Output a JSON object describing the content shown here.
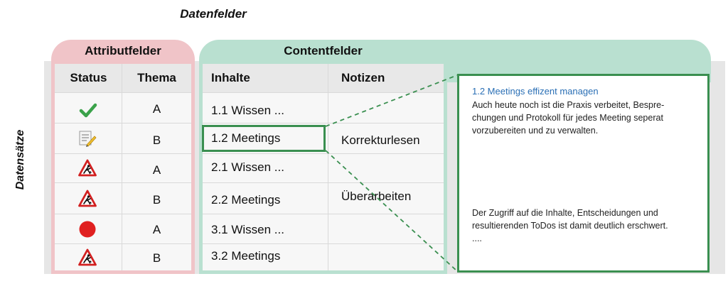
{
  "top_label": "Datenfelder",
  "side_label": "Datensätze",
  "groups": {
    "attr": "Attributfelder",
    "content": "Contentfelder"
  },
  "headers": {
    "status": "Status",
    "thema": "Thema",
    "inhalte": "Inhalte",
    "notizen": "Notizen"
  },
  "rows": [
    {
      "status_icon": "checkmark-icon",
      "thema": "A",
      "inhalt": "1.1 Wissen ...",
      "notiz": ""
    },
    {
      "status_icon": "edit-note-icon",
      "thema": "B",
      "inhalt": "1.2 Meetings",
      "notiz": "Korrekturlesen"
    },
    {
      "status_icon": "roadwork-sign-icon",
      "thema": "A",
      "inhalt": "2.1 Wissen ...",
      "notiz": ""
    },
    {
      "status_icon": "roadwork-sign-icon",
      "thema": "B",
      "inhalt": "2.2 Meetings",
      "notiz": "Überarbeiten"
    },
    {
      "status_icon": "red-dot-icon",
      "thema": "A",
      "inhalt": "3.1 Wissen ...",
      "notiz": ""
    },
    {
      "status_icon": "roadwork-sign-icon",
      "thema": "B",
      "inhalt": "3.2 Meetings",
      "notiz": ""
    }
  ],
  "detail": {
    "title": "1.2 Meetings effizent managen",
    "para1": [
      "Auch heute noch ist die Praxis verbeitet, Bespre-",
      "chungen und Protokoll für jedes Meeting seperat",
      "vorzubereiten und zu verwalten."
    ],
    "para2": [
      "Der Zugriff auf die Inhalte, Entscheidungen und",
      "resultierenden ToDos ist damit deutlich erschwert.",
      "...."
    ]
  },
  "colors": {
    "attr": "#f0c4c8",
    "content": "#b9e0d0",
    "highlight": "#3a8f50",
    "link": "#2a6fb5"
  }
}
